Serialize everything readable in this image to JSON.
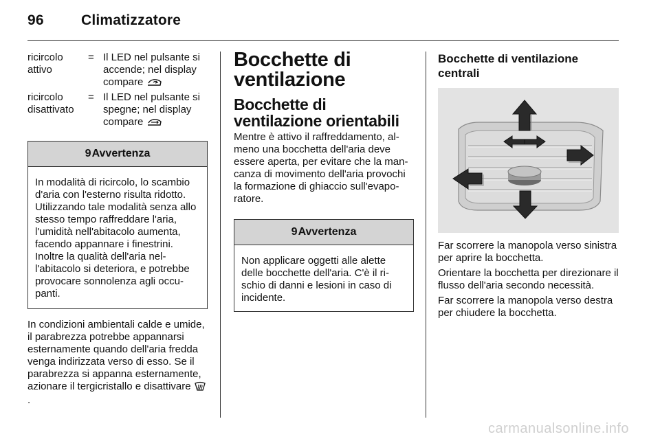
{
  "header": {
    "page_number": "96",
    "title": "Climatizzatore"
  },
  "col1": {
    "definitions": [
      {
        "term": "ricircolo attivo",
        "eq": "=",
        "desc": "Il LED nel pulsante si accende; nel display compare",
        "icon": "recirculation-on-icon"
      },
      {
        "term": "ricircolo disattivato",
        "eq": "=",
        "desc": "Il LED nel pulsante si spegne; nel display compare",
        "icon": "recirculation-off-icon"
      }
    ],
    "warning": {
      "symbol": "9",
      "title": "Avvertenza",
      "body": "In modalità di ricircolo, lo scambio d'aria con l'esterno risulta ridotto. Utilizzando tale modalità senza allo stesso tempo raffreddare l'a­ria, l'umidità nell'abitacolo au­menta, facendo appannare i fine­strini. Inoltre la qualità dell'aria nel­l'abitacolo si deteriora, e potrebbe provocare sonnolenza agli occu­panti."
    },
    "paragraph": "In condizioni ambientali calde e umide, il parabrezza potrebbe appan­narsi esternamente quando dell'aria fredda venga indirizzata verso di esso. Se il parabrezza si appanna esternamente, azionare il tergicri­stallo e disattivare",
    "paragraph_icon": "defrost-icon",
    "paragraph_end": "."
  },
  "col2": {
    "heading": "Bocchette di ventilazione",
    "subheading": "Bocchette di ventilazione orientabili",
    "paragraph": "Mentre è attivo il raffreddamento, al­meno una bocchetta dell'aria deve essere aperta, per evitare che la man­canza di movimento dell'aria provochi la formazione di ghiaccio sull'evapo­ratore.",
    "warning": {
      "symbol": "9",
      "title": "Avvertenza",
      "body": "Non applicare oggetti alle alette delle bocchette dell'aria. C'è il ri­schio di danni e lesioni in caso di incidente."
    }
  },
  "col3": {
    "heading": "Bocchette di ventilazione centrali",
    "image_icon": "air-vent-illustration",
    "paragraphs": [
      "Far scorrere la manopola verso sini­stra per aprire la bocchetta.",
      "Orientare la bocchetta per direzio­nare il flusso dell'aria secondo neces­sità.",
      "Far scorrere la manopola verso de­stra per chiudere la bocchetta."
    ]
  },
  "watermark": "carmanualsonline.info",
  "colors": {
    "warning_header_bg": "#d4d4d4",
    "image_bg": "#e3e3e3",
    "watermark": "#cfcfcf"
  }
}
